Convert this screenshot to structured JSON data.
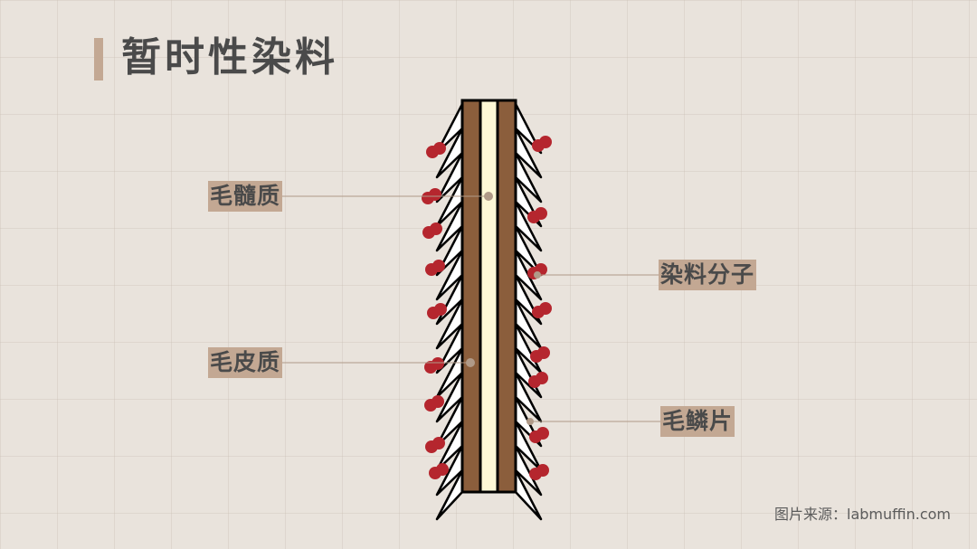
{
  "title": "暂时性染料",
  "labels": {
    "medulla": "毛髓质",
    "cortex": "毛皮质",
    "dye": "染料分子",
    "cuticle": "毛鳞片"
  },
  "source": "图片来源：labmuffin.com",
  "colors": {
    "background": "#e9e3dc",
    "accent": "#c3a893",
    "cortex": "#8b5e3c",
    "medulla": "#fdf8d6",
    "dye": "#b5262e",
    "text": "#4a4a4a"
  }
}
